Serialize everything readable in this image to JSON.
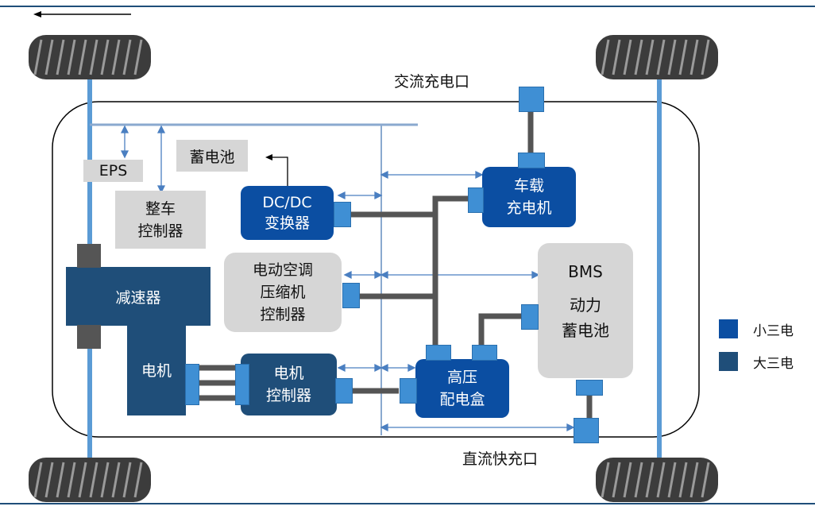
{
  "labels": {
    "ac_port": "交流充电口",
    "dc_port": "直流快充口",
    "eps": "EPS",
    "battery_12v": "蓄电池",
    "vcu_line1": "整车",
    "vcu_line2": "控制器",
    "dcdc_line1": "DC/DC",
    "dcdc_line2": "变换器",
    "obc_line1": "车载",
    "obc_line2": "充电机",
    "ac_ctrl_line1": "电动空调",
    "ac_ctrl_line2": "压缩机",
    "ac_ctrl_line3": "控制器",
    "reducer": "减速器",
    "motor": "电机",
    "mcu_line1": "电机",
    "mcu_line2": "控制器",
    "pdu_line1": "高压",
    "pdu_line2": "配电盒",
    "bms": "BMS",
    "pack_line1": "动力",
    "pack_line2": "蓄电池"
  },
  "legend": [
    {
      "label": "小三电",
      "color": "#0b4ea2"
    },
    {
      "label": "大三电",
      "color": "#1f4e79"
    }
  ],
  "colors": {
    "small_three": "#0b4ea2",
    "big_three": "#1f4e79",
    "port": "#3f8fd4",
    "gray_box": "#d6d6d6",
    "hv_wire": "#555555",
    "signal_line": "#4a7fc1",
    "rule_line": "#1f4e79"
  }
}
